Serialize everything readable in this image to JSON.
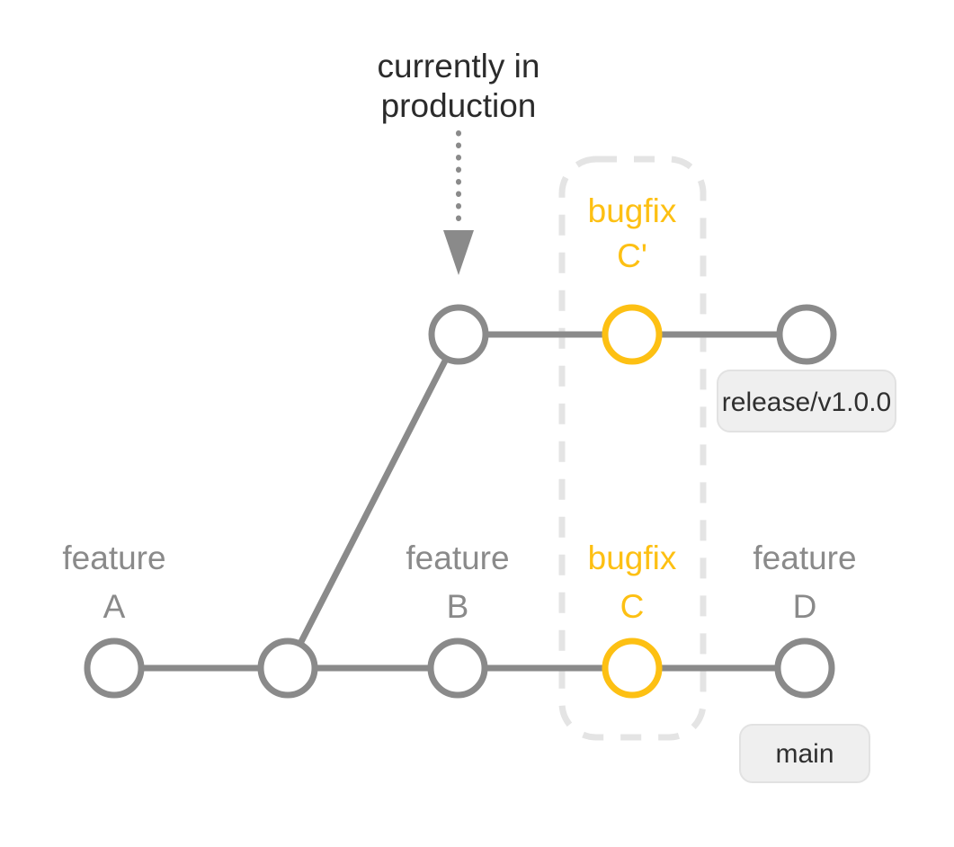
{
  "colors": {
    "background": "#ffffff",
    "gray": "#8a8a8a",
    "yellow": "#fdc013",
    "dark_text": "#2b2b2b",
    "dash": "#e4e4e4",
    "badge_bg": "#efefef",
    "badge_border": "#e2e2e2",
    "badge_text": "#2f2f2f"
  },
  "annotation": {
    "line1": "currently in",
    "line2": "production",
    "icon": "dotted-arrow-down-icon"
  },
  "commit_labels": {
    "feature_a": {
      "line1": "feature",
      "line2": "A"
    },
    "feature_b": {
      "line1": "feature",
      "line2": "B"
    },
    "bugfix_c": {
      "line1": "bugfix",
      "line2": "C"
    },
    "feature_d": {
      "line1": "feature",
      "line2": "D"
    },
    "bugfix_c_prime": {
      "line1": "bugfix",
      "line2": "C'"
    }
  },
  "branch_badges": {
    "release": "release/v1.0.0",
    "main": "main"
  }
}
